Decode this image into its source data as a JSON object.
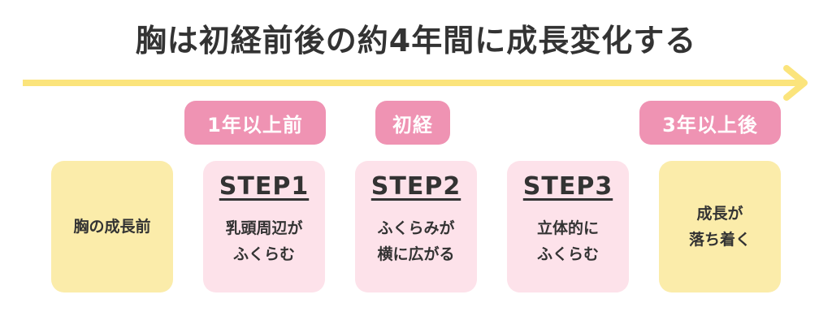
{
  "title": "胸は初経前後の約4年間に成長変化する",
  "colors": {
    "arrow": "#fbe47c",
    "badge": "#ef93b3",
    "stage_card": "#fbecaa",
    "step_card": "#fde2ea",
    "text": "#333333"
  },
  "badges": [
    "1年以上前",
    "初経",
    "3年以上後"
  ],
  "stages": [
    {
      "text": "胸の成長前"
    },
    {
      "step": "STEP1",
      "text": "乳頭周辺が\nふくらむ"
    },
    {
      "step": "STEP2",
      "text": "ふくらみが\n横に広がる"
    },
    {
      "step": "STEP3",
      "text": "立体的に\nふくらむ"
    },
    {
      "text": "成長が\n落ち着く"
    }
  ]
}
